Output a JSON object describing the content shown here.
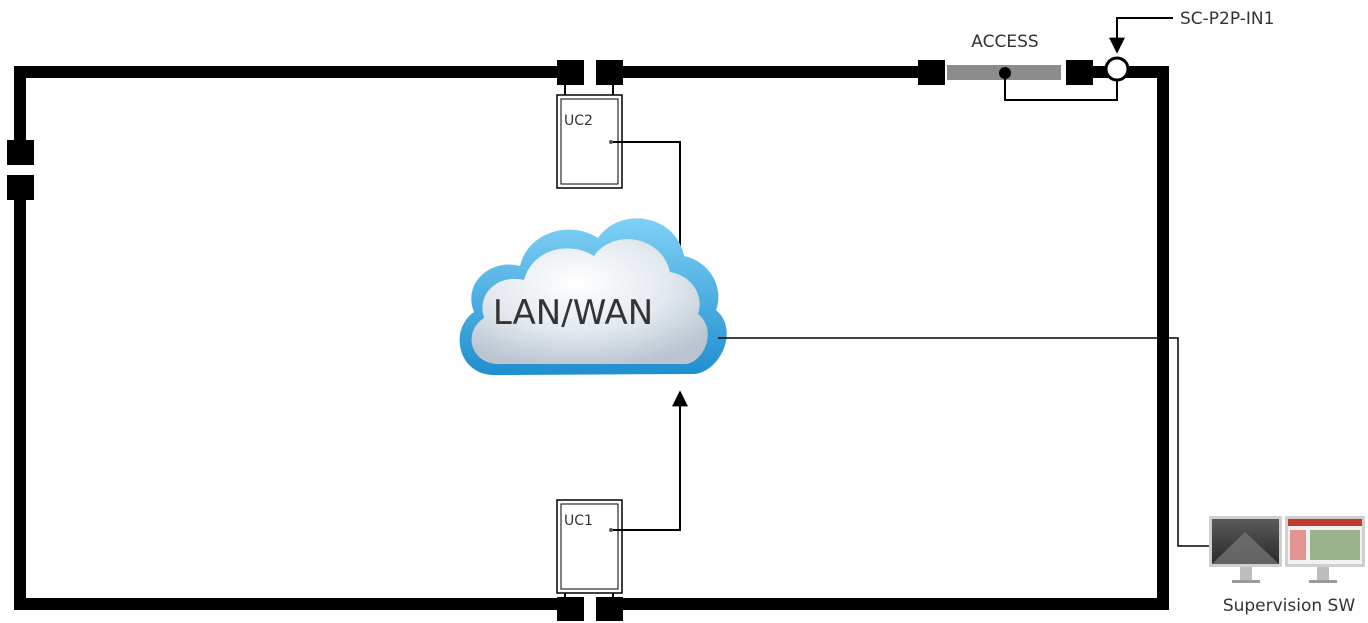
{
  "cloud": {
    "label": "LAN/WAN"
  },
  "controllers": [
    {
      "label": "UC2"
    },
    {
      "label": "UC1"
    }
  ],
  "access": {
    "label": "ACCESS"
  },
  "input": {
    "label": "SC-P2P-IN1"
  },
  "supervision": {
    "label": "Supervision SW"
  },
  "colors": {
    "perimeter": "#000000",
    "cloud_outer": "#3aa9e0",
    "cloud_inner": "#dfe6ee",
    "access_bar": "#8c8c8c"
  }
}
